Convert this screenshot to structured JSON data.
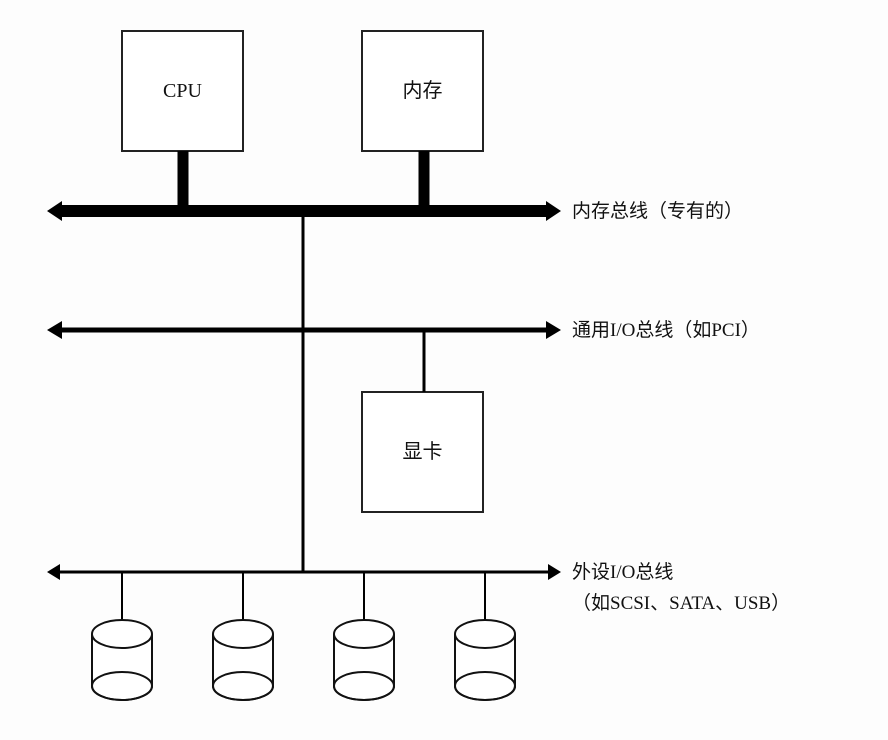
{
  "components": {
    "cpu": "CPU",
    "memory": "内存",
    "graphics": "显卡"
  },
  "buses": {
    "memory_bus": "内存总线（专有的）",
    "io_bus": "通用I/O总线（如PCI）",
    "peripheral_bus_line1": "外设I/O总线",
    "peripheral_bus_line2": "（如SCSI、SATA、USB）"
  },
  "disk_count": 4
}
